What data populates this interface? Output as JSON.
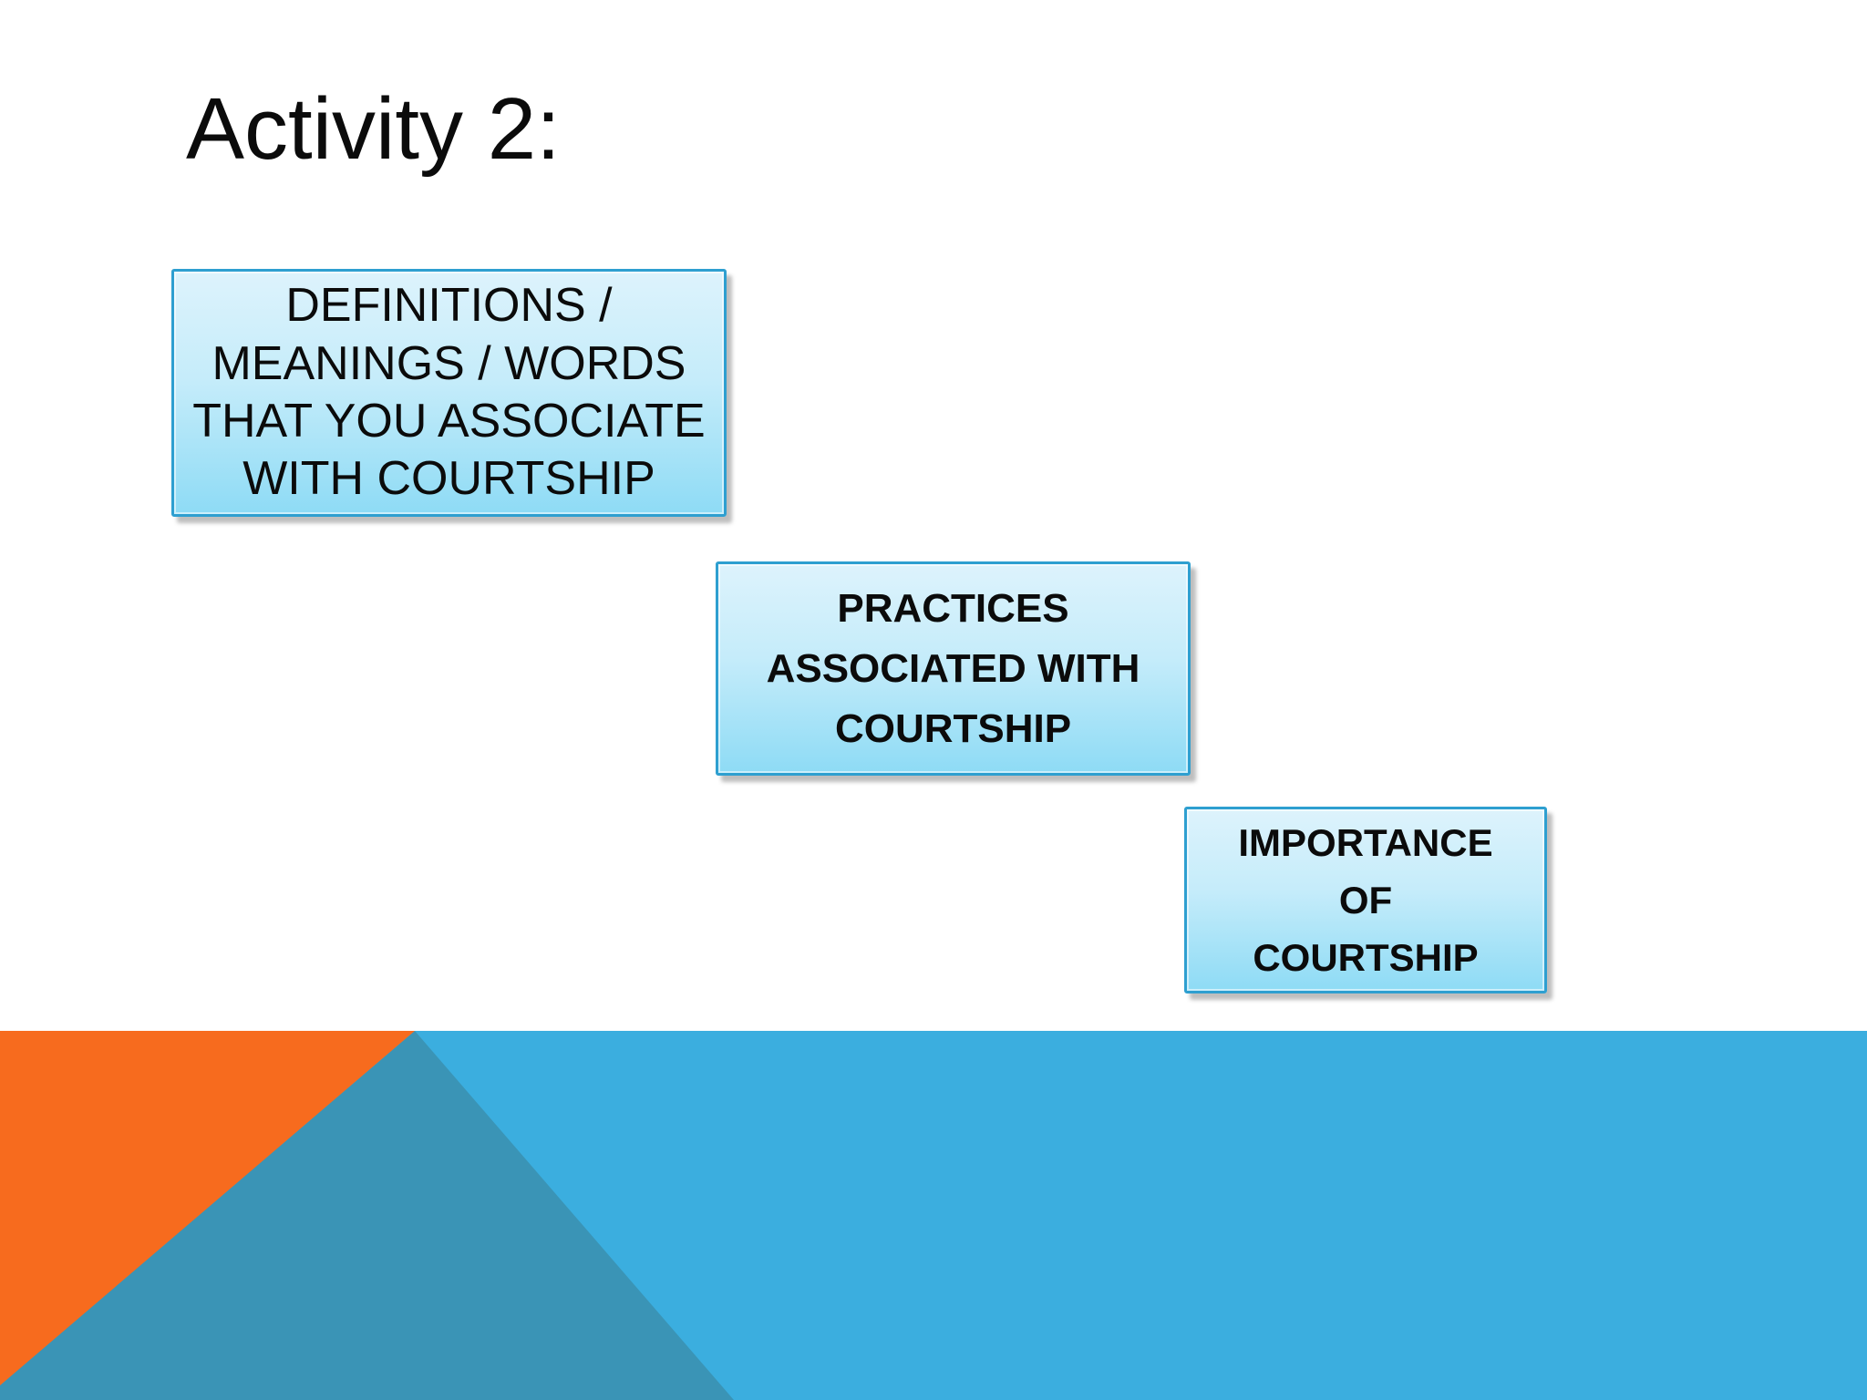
{
  "slide": {
    "title": "Activity 2:",
    "boxes": [
      {
        "text": "DEFINITIONS /\nMEANINGS / WORDS\nTHAT YOU ASSOCIATE\nWITH COURTSHIP"
      },
      {
        "text": "PRACTICES\nASSOCIATED WITH\nCOURTSHIP"
      },
      {
        "text": "IMPORTANCE\nOF\nCOURTSHIP"
      }
    ]
  },
  "colors": {
    "orange": "#F76B1E",
    "teal": "#3A94B6",
    "blue": "#3BAEDF",
    "box-border": "#2E9FD0",
    "box-fill-top": "#DDF3FC",
    "box-fill-bottom": "#8EDBF5"
  }
}
